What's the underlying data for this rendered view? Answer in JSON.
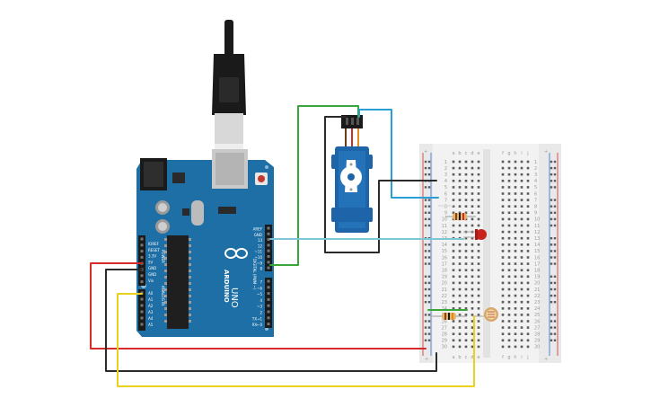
{
  "diagram": {
    "arduino": {
      "brand": "ARDUINO",
      "model": "UNO",
      "digital_label": "DIGITAL (PWM ~)",
      "analog_label": "ANALOG IN",
      "power_label": "POWER",
      "digital_pins": [
        "AREF",
        "GND",
        "13",
        "12",
        "~11",
        "~10",
        "~9",
        "8",
        "7",
        "~6",
        "~5",
        "4",
        "~3",
        "2",
        "TX→1",
        "RX←0"
      ],
      "power_pins": [
        "IOREF",
        "RESET",
        "3.3V",
        "5V",
        "GND",
        "GND",
        "Vin"
      ],
      "analog_pins": [
        "A0",
        "A1",
        "A2",
        "A3",
        "A4",
        "A5"
      ]
    },
    "breadboard": {
      "left_cols": [
        "a",
        "b",
        "c",
        "d",
        "e"
      ],
      "right_cols": [
        "f",
        "g",
        "h",
        "i",
        "j"
      ],
      "row_numbers": [
        "1",
        "2",
        "3",
        "4",
        "5",
        "6",
        "7",
        "8",
        "9",
        "10",
        "11",
        "12",
        "13",
        "14",
        "15",
        "16",
        "17",
        "18",
        "19",
        "20",
        "21",
        "22",
        "23",
        "24",
        "25",
        "26",
        "27",
        "28",
        "29",
        "30"
      ],
      "plus": "+",
      "minus": "-"
    },
    "colors": {
      "board_blue": "#1d6fa5",
      "wire_red": "#d42a2a",
      "wire_black": "#2b2b2b",
      "wire_yellow": "#e8d21d",
      "wire_green": "#3aa63a",
      "wire_blue": "#2a9ed6",
      "wire_cyan": "#7cc6d6",
      "led_red": "#c8221c",
      "servo_blue": "#1d64a8"
    }
  }
}
